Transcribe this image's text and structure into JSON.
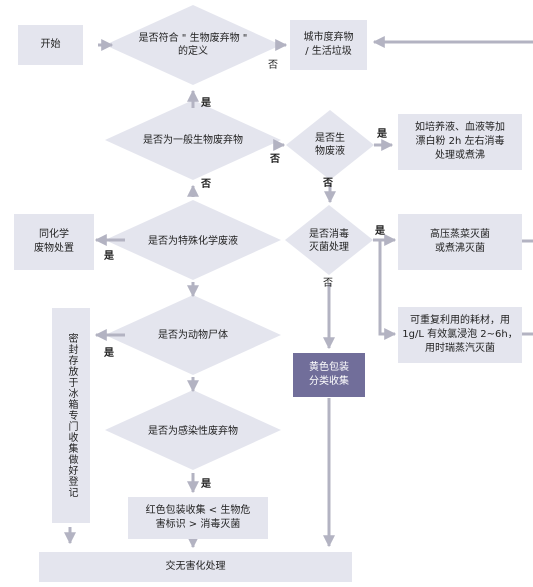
{
  "flowchart": {
    "start": "开始",
    "municipal_waste": "城市度弃物\n/ 生活垃圾",
    "q_meets_definition": "是否符合 \" 生物废弃物 \"\n的定义",
    "q_general_waste": "是否为一般生物废弃物",
    "q_biological_liquid": "是否生\n物废液",
    "bleach_treatment": "如培养液、血液等加\n漂白粉 2h 左右消毒\n处理或煮沸",
    "same_chemical": "同化学\n废物处置",
    "q_special_chemical": "是否为特殊化学废液",
    "q_disinfected": "是否消毒\n灭菌处理",
    "autoclave_or_boil": "高压蒸菜灭菌\n或煮沸灭菌",
    "sealed_freezer": "密封存放于冰箱专门收集做好登记",
    "q_animal_carcass": "是否为动物尸体",
    "reusable_consumables": "可重复利用的耗材，用\n1g/L 有效氯浸泡 2~6h，\n用时瑞蒸汽灭菌",
    "yellow_bag": "黄色包装\n分类收集",
    "q_infectious": "是否为感染性废弃物",
    "red_bag": "红色包装收集 < 生物危\n害标识 > 消毒灭菌",
    "harmless_treatment": "交无害化处理"
  },
  "labels": {
    "no_1": "否",
    "yes_1": "是",
    "yes_2": "是",
    "no_2": "否",
    "no_3": "否",
    "yes_3": "是",
    "yes_4": "是",
    "no_4": "否",
    "yes_5": "是",
    "yes_6": "是"
  },
  "colors": {
    "box_fill": "#e4e5ee",
    "highlight_fill": "#716e9a",
    "line": "#b3b3c2"
  }
}
